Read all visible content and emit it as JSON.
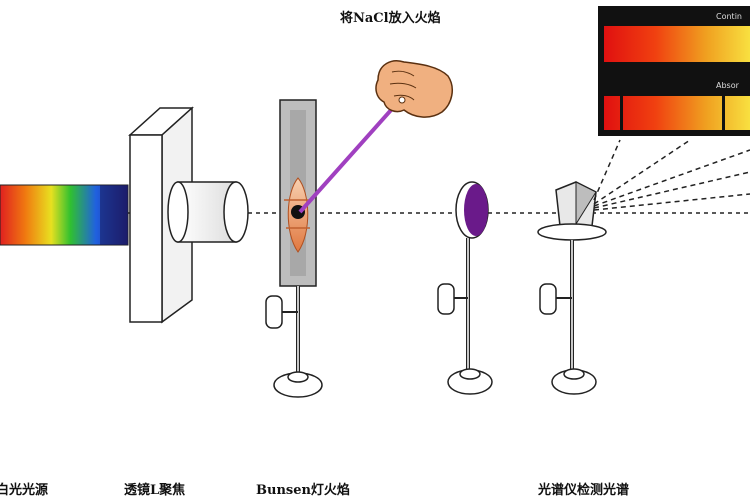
{
  "top_caption": "将NaCl放入火焰",
  "labels": {
    "light_source": "白光光源",
    "lens": "透镜L聚焦",
    "burner": "Bunsen灯火焰",
    "detector": "光谱仪检测光谱"
  },
  "spectrum_panel": {
    "continuous_label": "Contin",
    "absorption_label": "Absor"
  },
  "colors": {
    "sodium_light": "#a040c0",
    "prism_filter": "#6a1a8a",
    "spectrum_bg": "#111111"
  }
}
